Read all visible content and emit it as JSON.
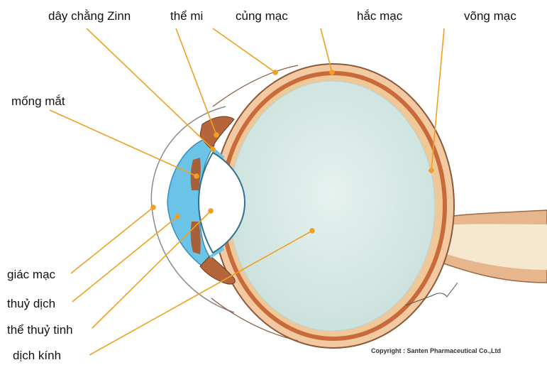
{
  "labels": {
    "zonule": "dây chằng Zinn",
    "ciliary_body": "thể mi",
    "sclera": "củng mạc",
    "choroid": "hắc mạc",
    "retina": "võng mạc",
    "iris": "mống mắt",
    "cornea": "giác mạc",
    "aqueous_humor": "thuỷ dịch",
    "lens": "thể thuỷ tinh",
    "vitreous": "dịch kính"
  },
  "copyright": "Copyright : Santen Pharmaceutical Co.,Ltd",
  "colors": {
    "pointer": "#f0a020",
    "sclera": "#f2c9a0",
    "choroid": "#c96a3a",
    "vitreous": "#d9ebe8",
    "aqueous": "#6cc3e8",
    "nerve": "#f3e3c3"
  }
}
